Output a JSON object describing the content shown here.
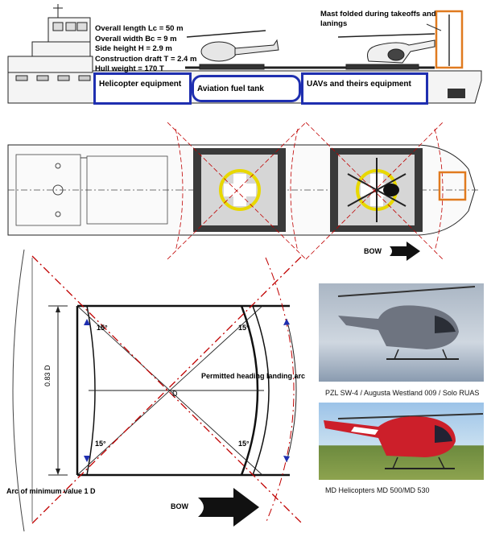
{
  "specs": {
    "line1": "Overall length Lc = 50 m",
    "line2": "Overall width Bc = 9 m",
    "line3": "Side height H = 2.9 m",
    "line4": "Construction draft T = 2.4 m",
    "line5": "Hull weight = 170 T"
  },
  "mast_note": "Mast folded during takeoffs and lanings",
  "compartments": {
    "helicopter": "Helicopter equipment",
    "fuel": "Aviation fuel tank",
    "uav": "UAVs and theirs equipment"
  },
  "bow_label_top": "BOW",
  "bow_label_bottom": "BOW",
  "pad": {
    "angle_tl": "15°",
    "angle_tr": "15°",
    "angle_bl": "15°",
    "angle_br": "15°",
    "width_label": "0.83 D",
    "center_label": "D",
    "heading_arc_label": "Permitted heading landing arc",
    "min_arc_label": "Arc of minimum value 1 D"
  },
  "photos": {
    "caption1": "PZL SW-4 / Augusta Westland  009 / Solo RUAS",
    "caption2": "MD Helicopters  MD 500/MD 530"
  },
  "colors": {
    "compartment_border": "#1f2fb0",
    "mast_highlight": "#e07a1f",
    "pad_marking": "#e8d800",
    "sector_lines": "#c00000"
  }
}
